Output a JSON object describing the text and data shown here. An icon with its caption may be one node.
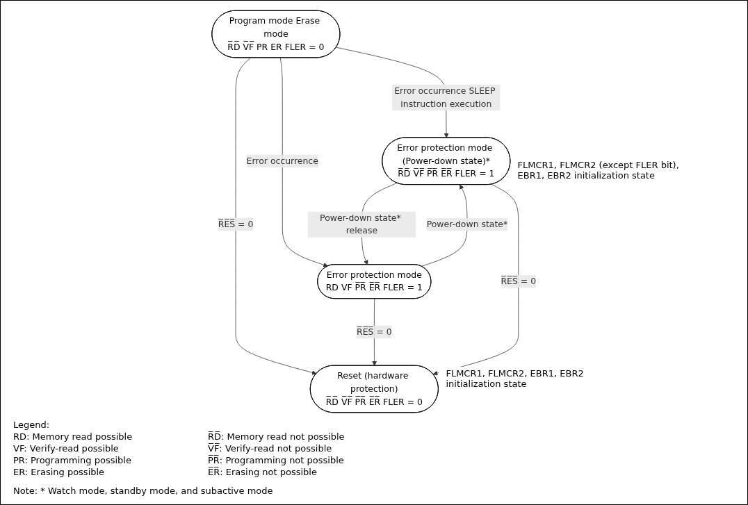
{
  "diagram": {
    "nodes": [
      {
        "text": [
          "Program mode Erase mode",
          "R̅D̅ V̅F̅ PR ER FLER = 0"
        ]
      },
      {
        "text": [
          "Reset (hardware protection)",
          "R̅D̅ V̅F̅ P̅R̅ E̅R̅ FLER = 0"
        ],
        "beside": [
          "FLMCR1, FLMCR2, EBR1, EBR2 initialization state"
        ]
      },
      {
        "text": [
          "Error protection mode",
          "RD VF P̅R̅ E̅R̅ FLER = 1"
        ]
      },
      {
        "text": [
          "Error protection mode (Power-down state)*",
          "R̅D̅ V̅F̅ P̅R̅ E̅R̅ FLER = 1"
        ],
        "beside": [
          "FLMCR1, FLMCR2 (except FLER bit), EBR1, EBR2 initialization state"
        ]
      }
    ],
    "edges": [
      {
        "from": 0,
        "to": 1,
        "arrow": "to",
        "label": "R̅E̅S̅ = 0"
      },
      {
        "from": 0,
        "to": 3,
        "arrow": "to",
        "label": "Error occurrence SLEEP instruction execution"
      },
      {
        "from": 0,
        "to": 2,
        "arrow": "to",
        "label": "Error occurrence"
      },
      {
        "from": 2,
        "to": 1,
        "arrow": "to",
        "label": "R̅E̅S̅ = 0"
      },
      {
        "from": 3,
        "to": 1,
        "arrow": "to",
        "label": "R̅E̅S̅ = 0"
      },
      {
        "from": 2,
        "to": 3,
        "arrow": "to",
        "label": "Power-down state*"
      },
      {
        "from": 3,
        "to": 2,
        "arrow": "to",
        "label": "Power-down state* release"
      }
    ],
    "labels": [
      "Legend:",
      "RD: Memory read possible",
      "R̅D̅: Memory read not possible",
      "VF: Verify-read possible",
      "V̅F̅: Verify-read not possible",
      "PR: Programming possible",
      "P̅R̅: Programming not possible",
      "ER: Erasing possible",
      "E̅R̅: Erasing not possible",
      "Note: * Watch mode, standby mode, and subactive mode"
    ]
  }
}
